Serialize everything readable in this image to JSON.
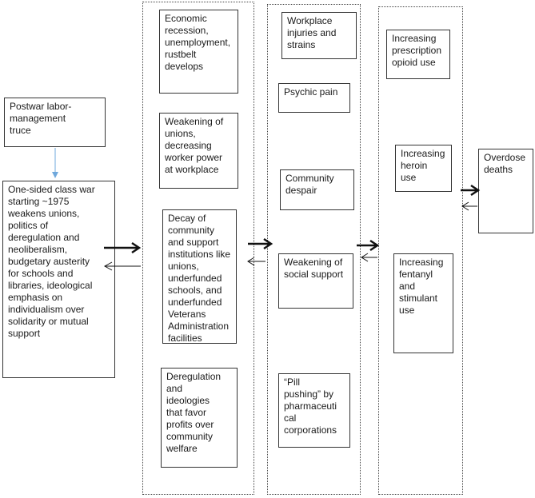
{
  "boxes": {
    "postwar": "Postwar labor-\nmanagement\ntruce",
    "class_war": "One-sided class war\nstarting ~1975\nweakens unions,\npolitics of\nderegulation and\nneoliberalism,\nbudgetary austerity\nfor schools and\nlibraries, ideological\nemphasis on\nindividualism over\nsolidarity or mutual\nsupport",
    "recession": "Economic\nrecession,\nunemployment,\nrustbelt\ndevelops",
    "unions": "Weakening of\nunions,\ndecreasing\nworker power\nat workplace",
    "decay": "Decay of\ncommunity\nand support\ninstitutions like\nunions,\nunderfunded\nschools, and\nunderfunded\nVeterans\nAdministration\nfacilities",
    "deregulation": "Deregulation\nand\nideologies\nthat favor\nprofits over\ncommunity\nwelfare",
    "injuries": "Workplace\ninjuries and\nstrains",
    "psychic": "Psychic pain",
    "despair": "Community\ndespair",
    "social_support": "Weakening of\nsocial support",
    "pill_pushing": "“Pill\npushing” by\npharmaceuti\ncal\ncorporations",
    "prescription": "Increasing\nprescription\nopioid use",
    "heroin": "Increasing\nheroin\nuse",
    "fentanyl": "Increasing\nfentanyl\nand\nstimulant\nuse",
    "overdose": "Overdose\ndeaths"
  },
  "colors": {
    "connector": "#6fa8dc",
    "arrow": "#111111",
    "border": "#333333"
  }
}
